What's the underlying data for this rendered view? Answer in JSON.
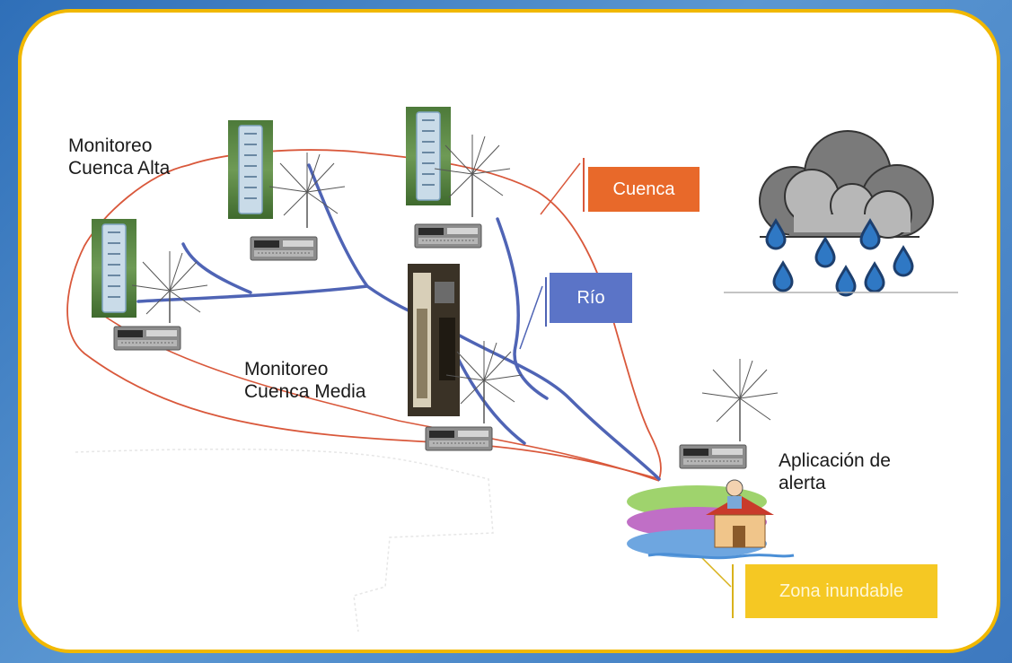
{
  "labels": {
    "cuenca_alta": [
      "Monitoreo",
      "Cuenca Alta"
    ],
    "cuenca_media": [
      "Monitoreo",
      "Cuenca Media"
    ],
    "alerta": [
      "Aplicación de",
      "alerta"
    ]
  },
  "tags": {
    "cuenca": "Cuenca",
    "rio": "Río",
    "zona": "Zona inundable"
  },
  "colors": {
    "border": "#f1b800",
    "cuenca_tag": "#e8692a",
    "rio_tag": "#5b74c7",
    "zona_tag": "#f5c823",
    "river": "#4f64b5",
    "basin": "#d9583b"
  }
}
